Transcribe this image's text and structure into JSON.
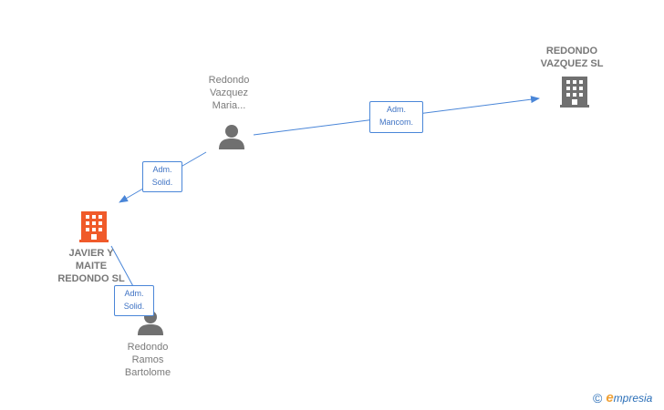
{
  "nodes": {
    "redondo_vazquez_sl": {
      "label": "REDONDO\nVAZQUEZ  SL",
      "type": "company",
      "color": "#707070",
      "icon": "building-icon"
    },
    "redondo_vazquez_maria": {
      "label": "Redondo\nVazquez\nMaria...",
      "type": "person",
      "color": "#707070",
      "icon": "person-icon"
    },
    "javier_y_maite": {
      "label": "JAVIER Y\nMAITE\nREDONDO  SL",
      "type": "company",
      "color": "#f05a2a",
      "icon": "building-icon"
    },
    "redondo_ramos": {
      "label": "Redondo\nRamos\nBartolome",
      "type": "person",
      "color": "#707070",
      "icon": "person-icon"
    }
  },
  "edges": [
    {
      "from": "redondo_vazquez_maria",
      "to": "redondo_vazquez_sl",
      "label": "Adm.\nMancom."
    },
    {
      "from": "redondo_vazquez_maria",
      "to": "javier_y_maite",
      "label": "Adm.\nSolid."
    },
    {
      "from": "redondo_ramos",
      "to": "javier_y_maite",
      "label": "Adm.\nSolid."
    }
  ],
  "colors": {
    "edge": "#4a86d8",
    "focus_company": "#f05a2a",
    "node": "#707070"
  },
  "brand": {
    "copyright": "©",
    "initial": "e",
    "rest": "mpresia"
  }
}
